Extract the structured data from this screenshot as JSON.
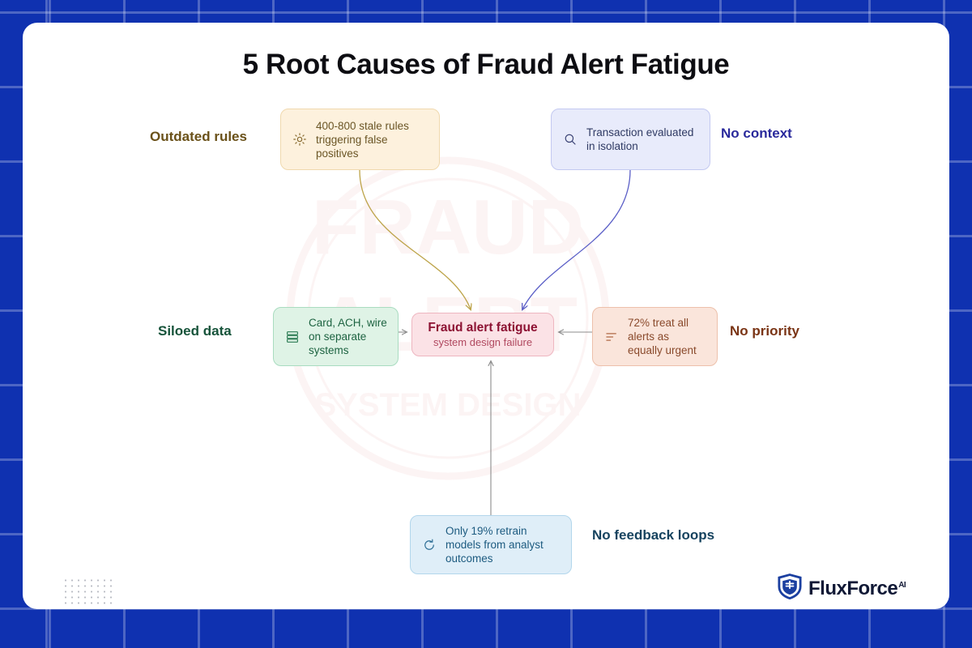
{
  "page": {
    "title": "5 Root Causes of Fraud Alert Fatigue",
    "background_color": "#0f31b0",
    "card_color": "#ffffff"
  },
  "diagram": {
    "type": "mind-map",
    "center": {
      "title": "Fraud alert fatigue",
      "subtitle": "system design failure",
      "fill": "#fbe2e6",
      "border": "#eeb6c0",
      "title_color": "#8d1233",
      "subtitle_color": "#b0485f"
    },
    "branches": [
      {
        "id": "outdated-rules",
        "label": "Outdated rules",
        "label_color": "#6a5119",
        "icon": "sun-icon",
        "text": "400-800 stale rules triggering false positives",
        "fill": "#fdf1dd",
        "border": "#f0d9ae",
        "text_color": "#6b5626",
        "connector_color": "#bda44a",
        "position": "top-left"
      },
      {
        "id": "no-context",
        "label": "No context",
        "label_color": "#2a2a9c",
        "icon": "search-icon",
        "text": "Transaction evaluated in isolation",
        "fill": "#e8ebfb",
        "border": "#c3c9f1",
        "text_color": "#2f3a63",
        "connector_color": "#5b5fc7",
        "position": "top-right"
      },
      {
        "id": "siloed-data",
        "label": "Siloed data",
        "label_color": "#16533a",
        "icon": "database-icon",
        "text": "Card, ACH, wire on separate systems",
        "fill": "#dff3e6",
        "border": "#a9dcc0",
        "text_color": "#1d6341",
        "connector_color": "#8c8c8c",
        "position": "left"
      },
      {
        "id": "no-priority",
        "label": "No priority",
        "label_color": "#7a3415",
        "icon": "sort-lines-icon",
        "text": "72% treat all alerts as equally urgent",
        "fill": "#fae5db",
        "border": "#edc0ab",
        "text_color": "#8a4a2c",
        "connector_color": "#8c8c8c",
        "position": "right"
      },
      {
        "id": "no-feedback-loops",
        "label": "No feedback loops",
        "label_color": "#16435f",
        "icon": "refresh-icon",
        "text": "Only 19% retrain models from analyst outcomes",
        "fill": "#dfeef8",
        "border": "#b2d6ec",
        "text_color": "#1d5b80",
        "connector_color": "#8c8c8c",
        "position": "bottom"
      }
    ]
  },
  "logo": {
    "name": "FluxForce",
    "suffix": "AI",
    "icon": "shield-icon",
    "color": "#111936",
    "shield_color": "#1b3fa0"
  }
}
